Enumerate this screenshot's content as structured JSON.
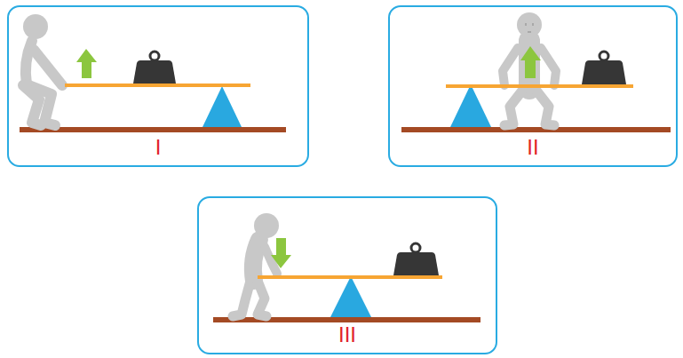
{
  "diagram": {
    "nodes": [
      {
        "text": [
          "I"
        ]
      },
      {
        "text": [
          "II"
        ]
      },
      {
        "text": [
          "III"
        ]
      }
    ]
  }
}
